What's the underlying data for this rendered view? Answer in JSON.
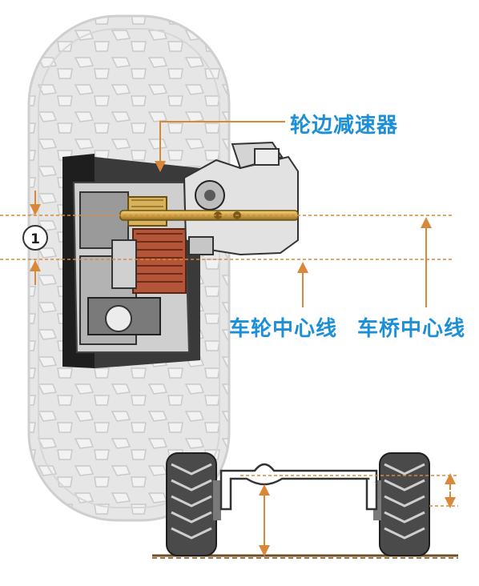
{
  "labels": {
    "hub_reducer": "轮边减速器",
    "wheel_centerline": "车轮中心线",
    "axle_centerline": "车桥中心线",
    "offset_marker": "1"
  },
  "colors": {
    "label_blue": "#1d8fd6",
    "guide_orange": "#d9883a",
    "tire_gray": "#d8d8d8",
    "housing_dark": "#2a2a2a",
    "gear_copper": "#b4553a",
    "shaft_gold": "#cfa64a"
  }
}
